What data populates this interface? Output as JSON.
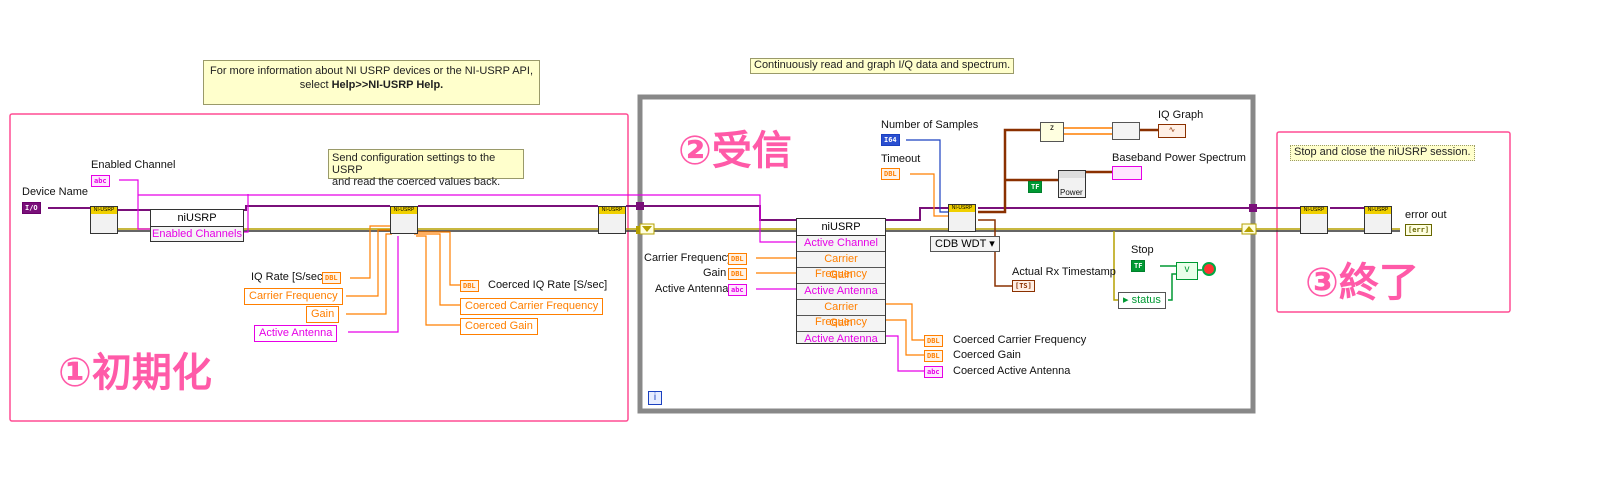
{
  "notes": {
    "help_line1": "For more information about NI USRP devices or the NI-USRP API,",
    "help_line2_prefix": "select ",
    "help_line2_bold": "Help>>NI-USRP Help.",
    "loop_note": "Continuously read and graph I/Q data and spectrum.",
    "config_line1": "Send configuration settings to the USRP",
    "config_line2": "and read the coerced values back.",
    "stop_note": "Stop and close the niUSRP session."
  },
  "sections": {
    "init_title": "①初期化",
    "receive_title": "②受信",
    "end_title": "③終了"
  },
  "init": {
    "device_name": "Device Name",
    "enabled_channel": "Enabled Channel",
    "niusrp_label": "niUSRP",
    "enabled_channels": "Enabled Channels",
    "iq_rate": "IQ Rate [S/sec]",
    "carrier_frequency": "Carrier Frequency",
    "gain": "Gain",
    "active_antenna": "Active Antenna",
    "coerced_iq_rate": "Coerced IQ Rate [S/sec]",
    "coerced_carrier_frequency": "Coerced Carrier Frequency",
    "coerced_gain": "Coerced Gain"
  },
  "receive": {
    "number_of_samples": "Number of Samples",
    "timeout": "Timeout",
    "iq_graph": "IQ Graph",
    "baseband_power_spectrum": "Baseband Power Spectrum",
    "power_label": "Power",
    "cdb_wdt": "CDB WDT",
    "actual_rx_timestamp": "Actual Rx Timestamp",
    "stop": "Stop",
    "status": "status",
    "niusrp_label": "niUSRP",
    "in_active_channel": "Active Channel",
    "in_carrier_frequency": "Carrier Frequency",
    "in_gain": "Gain",
    "in_active_antenna": "Active Antenna",
    "out_carrier_frequency": "Carrier Frequency",
    "out_gain": "Gain",
    "out_active_antenna": "Active Antenna",
    "left_carrier_frequency": "Carrier Frequency",
    "left_gain": "Gain",
    "left_active_antenna": "Active Antenna",
    "coerced_carrier_frequency": "Coerced Carrier Frequency",
    "coerced_gain": "Coerced Gain",
    "coerced_active_antenna": "Coerced Active Antenna",
    "loop_info": "i"
  },
  "end": {
    "error_out": "error out"
  },
  "terminals": {
    "dbl": "DBL",
    "abc": "abc",
    "i64": "I64",
    "tf": "TF",
    "io": "I/O",
    "ts": "[TS]",
    "err": "[err]"
  },
  "icons": [
    "ni-usrp-open-icon",
    "ni-usrp-configure-icon",
    "ni-usrp-initiate-icon",
    "ni-usrp-fetch-icon",
    "ni-usrp-abort-icon",
    "ni-usrp-close-icon",
    "power-spectrum-icon",
    "stop-button-icon",
    "or-gate-icon",
    "bundle-icon",
    "complex-to-iq-icon",
    "loop-iteration-icon"
  ],
  "colors": {
    "section_border": "#ff4d94",
    "section_title": "#ff5aa8",
    "string_wire": "#e600e6",
    "dbl_wire": "#ff7f00",
    "session_wire": "#7a107a",
    "error_wire": "#b5a000",
    "int_wire": "#1a40c0",
    "bool_wire": "#009933",
    "complex_wire": "#8a3000"
  }
}
